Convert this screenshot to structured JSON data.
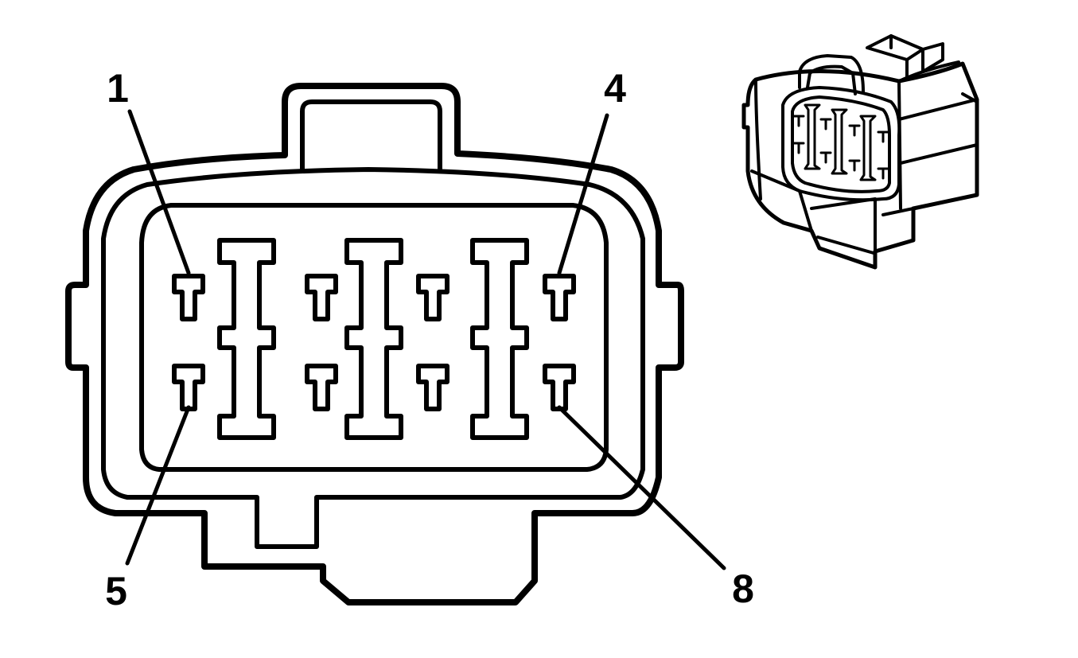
{
  "diagram": {
    "pin_labels": {
      "top_left": "1",
      "top_right": "4",
      "bottom_left": "5",
      "bottom_right": "8"
    },
    "colors": {
      "line": "#000000",
      "background": "#ffffff"
    },
    "connector": {
      "cavity_count": 8,
      "rows": 2,
      "columns": 4
    }
  }
}
